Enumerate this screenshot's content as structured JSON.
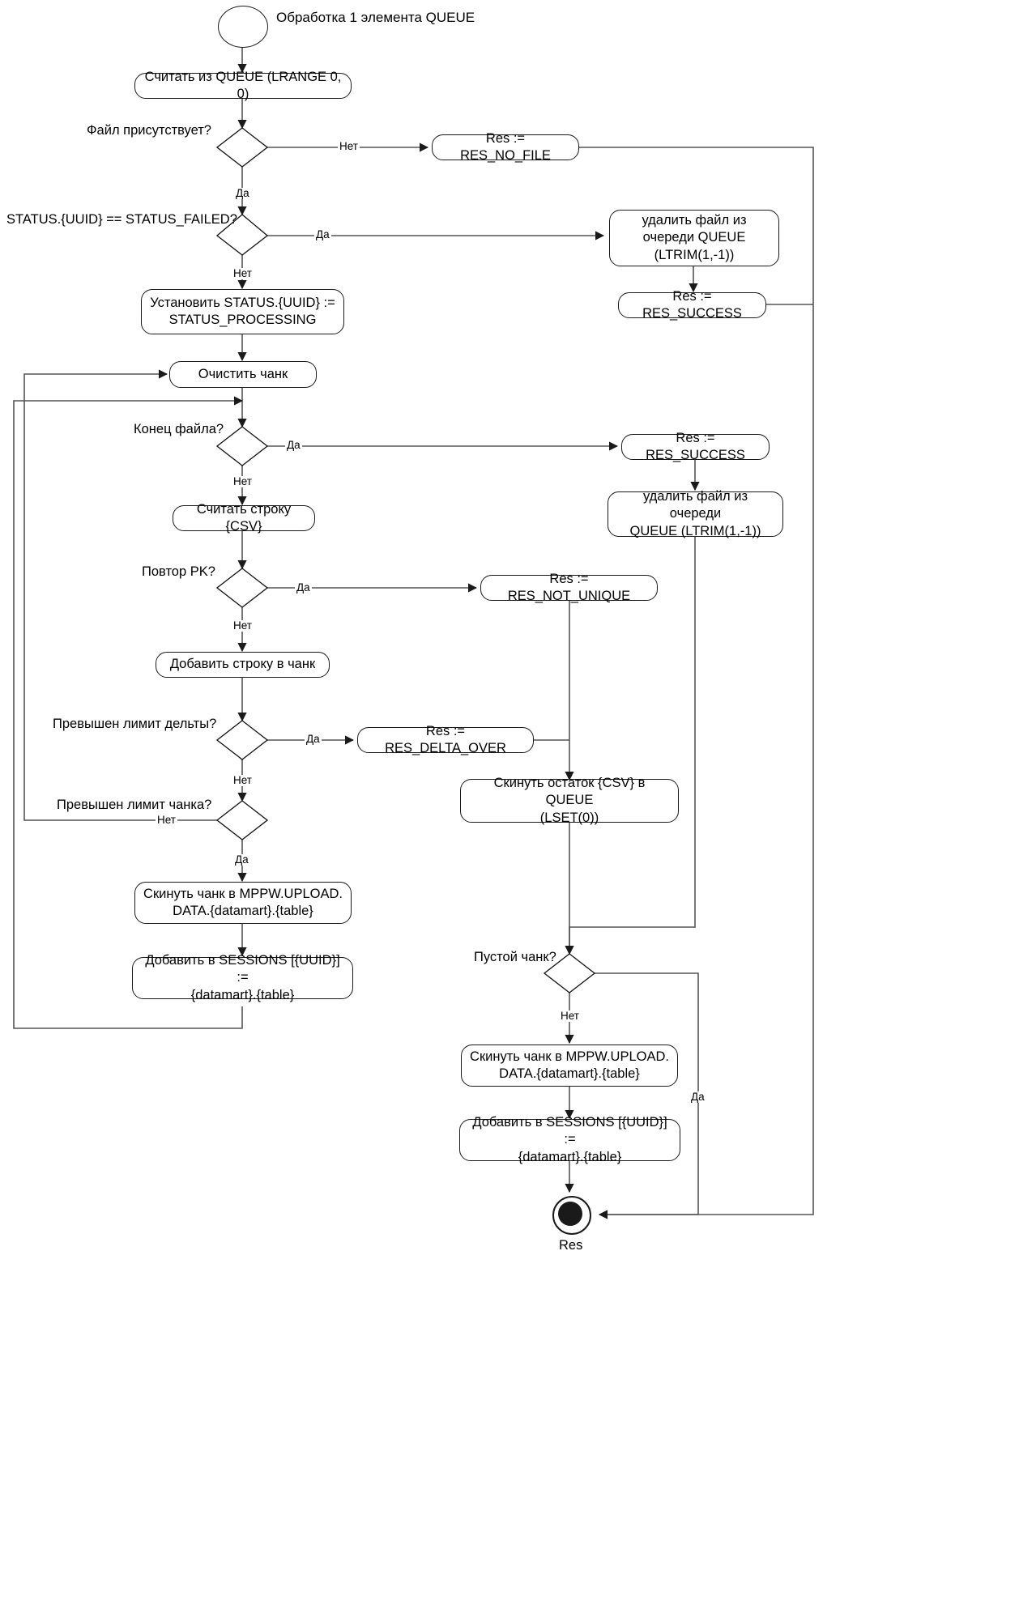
{
  "diagram": {
    "title": "Обработка 1 элемента QUEUE",
    "end_label": "Res",
    "yes": "Да",
    "no": "Нет",
    "nodes": {
      "start": {
        "type": "start"
      },
      "read_queue": {
        "label": "Считать из QUEUE (LRANGE 0, 0)"
      },
      "file_exists": {
        "label": "Файл присутствует?"
      },
      "res_no_file": {
        "label": "Res := RES_NO_FILE"
      },
      "status_failed": {
        "label": "STATUS.{UUID} == STATUS_FAILED?"
      },
      "delete_file_1": {
        "label": "удалить файл из\nочереди QUEUE\n(LTRIM(1,-1))"
      },
      "res_success_1": {
        "label": "Res := RES_SUCCESS"
      },
      "set_status": {
        "label": "Установить STATUS.{UUID} :=\nSTATUS_PROCESSING"
      },
      "clear_chunk": {
        "label": "Очистить чанк"
      },
      "eof": {
        "label": "Конец файла?"
      },
      "res_success_2": {
        "label": "Res := RES_SUCCESS"
      },
      "delete_file_2": {
        "label": "удалить файл из очереди\nQUEUE (LTRIM(1,-1))"
      },
      "read_row": {
        "label": "Считать строку {CSV}"
      },
      "pk_repeat": {
        "label": "Повтор PK?"
      },
      "res_not_unique": {
        "label": "Res := RES_NOT_UNIQUE"
      },
      "add_row": {
        "label": "Добавить строку в чанк"
      },
      "delta_limit": {
        "label": "Превышен лимит дельты?"
      },
      "res_delta_over": {
        "label": "Res := RES_DELTA_OVER"
      },
      "chunk_limit": {
        "label": "Превышен лимит чанка?"
      },
      "push_rest": {
        "label": "Скинуть остаток {CSV} в QUEUE\n(LSET(0))"
      },
      "flush_chunk_1": {
        "label": "Скинуть чанк в MPPW.UPLOAD.\nDATA.{datamart}.{table}"
      },
      "add_sessions_1": {
        "label": "Добавить в SESSIONS [{UUID}] :=\n{datamart}.{table}"
      },
      "empty_chunk": {
        "label": "Пустой чанк?"
      },
      "flush_chunk_2": {
        "label": "Скинуть чанк в MPPW.UPLOAD.\nDATA.{datamart}.{table}"
      },
      "add_sessions_2": {
        "label": "Добавить в SESSIONS [{UUID}] :=\n{datamart}.{table}"
      },
      "end": {
        "type": "end"
      }
    },
    "edge_labels": [
      {
        "id": "file-exists-no",
        "text": "Нет"
      },
      {
        "id": "file-exists-yes",
        "text": "Да"
      },
      {
        "id": "status-failed-yes",
        "text": "Да"
      },
      {
        "id": "status-failed-no",
        "text": "Нет"
      },
      {
        "id": "eof-yes",
        "text": "Да"
      },
      {
        "id": "eof-no",
        "text": "Нет"
      },
      {
        "id": "pk-yes",
        "text": "Да"
      },
      {
        "id": "pk-no",
        "text": "Нет"
      },
      {
        "id": "delta-yes",
        "text": "Да"
      },
      {
        "id": "delta-no",
        "text": "Нет"
      },
      {
        "id": "chunk-no",
        "text": "Нет"
      },
      {
        "id": "chunk-yes",
        "text": "Да"
      },
      {
        "id": "empty-no",
        "text": "Нет"
      },
      {
        "id": "empty-yes",
        "text": "Да"
      }
    ],
    "colors": {
      "stroke": "#1a1a1a",
      "edge": "#555555",
      "background": "#ffffff"
    }
  }
}
